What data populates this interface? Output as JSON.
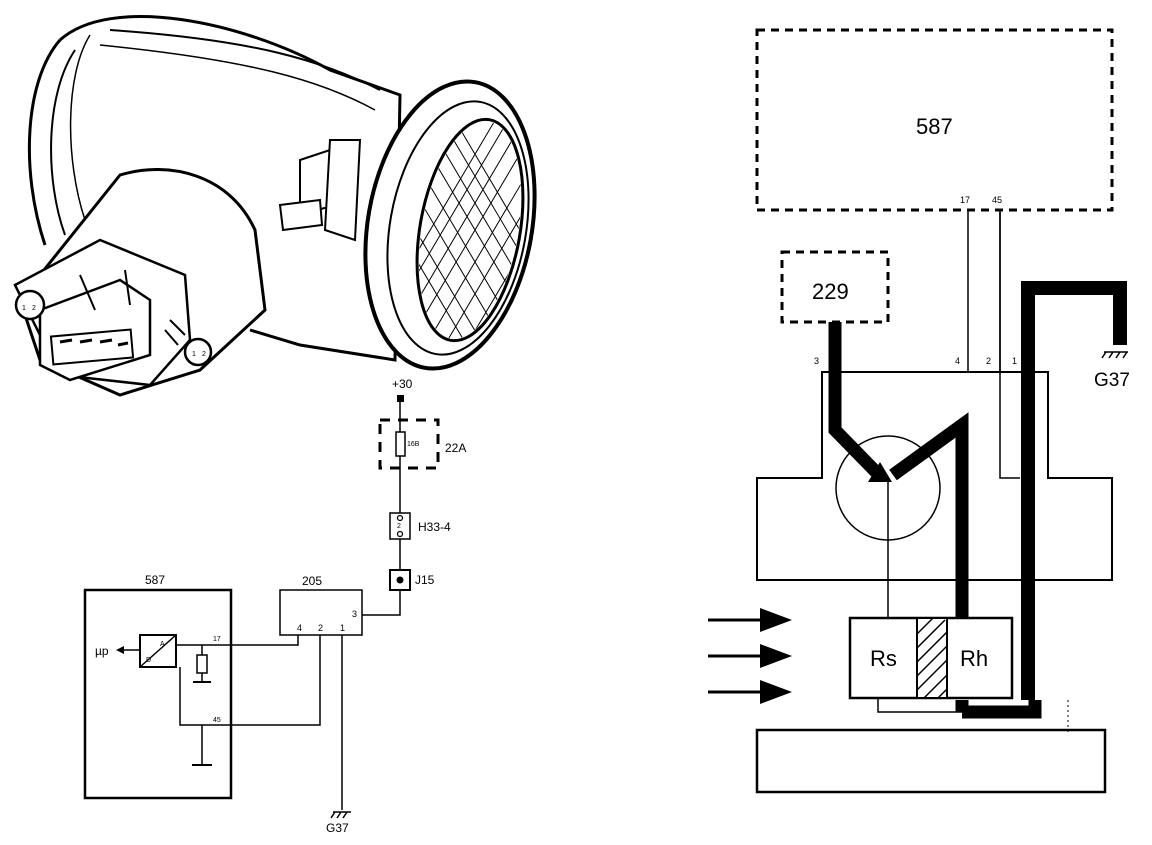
{
  "sensor_drawing": {
    "connector_pins": [
      "1",
      "2"
    ]
  },
  "circuit": {
    "supply": "+30",
    "fuse_id": "22A",
    "fuse_rating": "16B",
    "connector_h": "H33-4",
    "connector_h_pin": "2",
    "junction": "J15",
    "sensor_id": "205",
    "sensor_pins": [
      "4",
      "2",
      "1",
      "3"
    ],
    "ecu_id": "587",
    "ecu_pins": [
      "17",
      "45"
    ],
    "converter_in": "A",
    "converter_out": "D",
    "micro_label": "µp",
    "ground": "G37"
  },
  "internal": {
    "ecu_id": "587",
    "ecu_pins": [
      "17",
      "45"
    ],
    "relay_id": "229",
    "sensor_pins": [
      "3",
      "4",
      "2",
      "1"
    ],
    "rs_label": "Rs",
    "rh_label": "Rh",
    "ground": "G37"
  }
}
